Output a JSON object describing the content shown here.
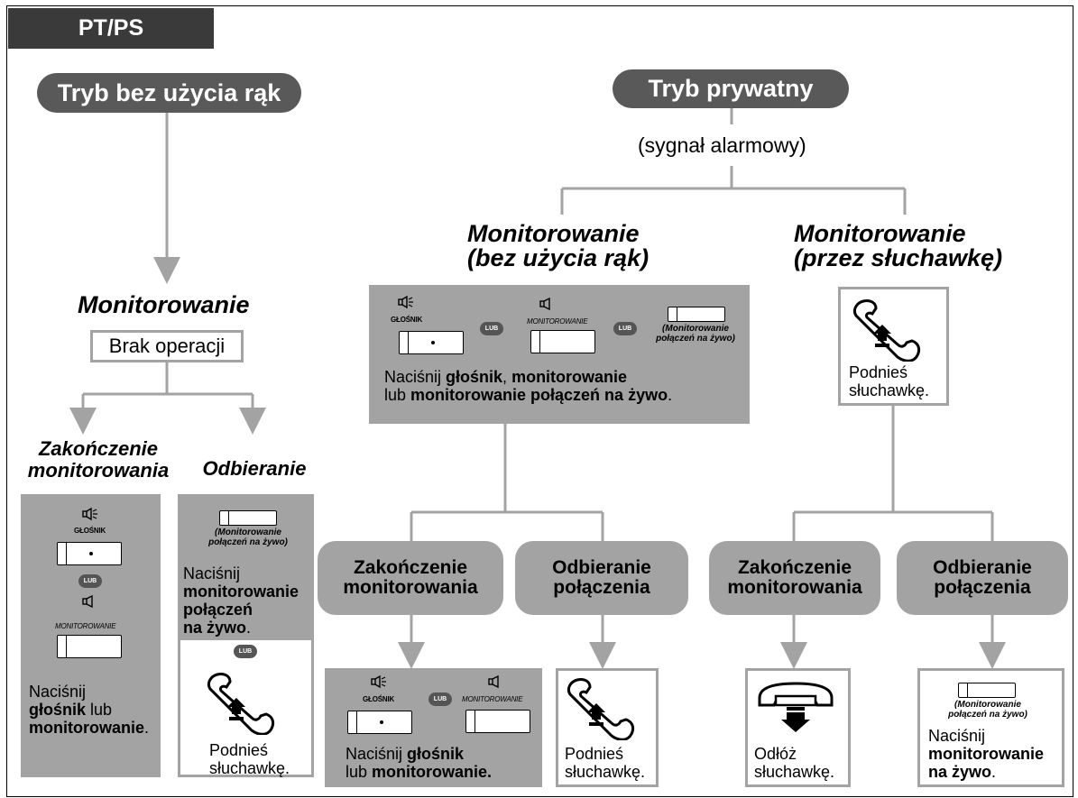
{
  "header": {
    "tab_label": "PT/PS"
  },
  "left": {
    "mode_title": "Tryb bez użycia rąk",
    "monitoring_heading": "Monitorowanie",
    "no_operation_label": "Brak operacji",
    "end_heading": "Zakończenie\nmonitorowania",
    "answer_heading": "Odbieranie",
    "end_box": {
      "speaker_label": "GŁOŚNIK",
      "or_label": "LUB",
      "monitor_label": "MONITOROWANIE",
      "text_1": "Naciśnij",
      "text_2_bold": "głośnik",
      "text_2_rest": " lub",
      "text_3_bold": "monitorowanie",
      "text_3_rest": "."
    },
    "answer_box": {
      "live_label": "(Monitorowanie\npołączeń na żywo)",
      "text_1": "Naciśnij",
      "text_2_bold": "monitorowanie",
      "text_3_bold": "połączeń",
      "text_4_bold": "na żywo",
      "text_4_rest": ".",
      "or_label": "LUB",
      "lift_line1": "Podnieś",
      "lift_line2": "słuchawkę."
    }
  },
  "right": {
    "mode_title": "Tryb prywatny",
    "alarm_signal": "(sygnał alarmowy)",
    "hands_free_heading": "Monitorowanie\n(bez użycia rąk)",
    "handset_heading": "Monitorowanie\n(przez słuchawkę)",
    "hands_free_box": {
      "speaker_label": "GŁOŚNIK",
      "or_label_1": "LUB",
      "monitor_label": "MONITOROWANIE",
      "or_label_2": "LUB",
      "live_label": "(Monitorowanie\npołączeń na żywo)",
      "line1_pre": "Naciśnij ",
      "line1_bold1": "głośnik",
      "line1_mid": ", ",
      "line1_bold2": "monitorowanie",
      "line2_pre": "lub ",
      "line2_bold": "monitorowanie połączeń na żywo",
      "line2_rest": "."
    },
    "handset_box": {
      "line1": "Podnieś",
      "line2": "słuchawkę."
    },
    "pill_end_1": "Zakończenie\nmonitorowania",
    "pill_answer_1": "Odbieranie\npołączenia",
    "pill_end_2": "Zakończenie\nmonitorowania",
    "pill_answer_2": "Odbieranie\npołączenia",
    "end_box_1": {
      "speaker_label": "GŁOŚNIK",
      "or_label": "LUB",
      "monitor_label": "MONITOROWANIE",
      "line1_pre": "Naciśnij ",
      "line1_bold": "głośnik",
      "line2_pre": "lub ",
      "line2_bold": "monitorowanie."
    },
    "answer_box_1": {
      "line1": "Podnieś",
      "line2": "słuchawkę."
    },
    "end_box_2": {
      "line1": "Odłóż",
      "line2": "słuchawkę."
    },
    "answer_box_2": {
      "live_label": "(Monitorowanie\npołączeń na żywo)",
      "line1": "Naciśnij",
      "line2_bold": "monitorowanie",
      "line3_bold": "na żywo",
      "line3_rest": "."
    }
  }
}
